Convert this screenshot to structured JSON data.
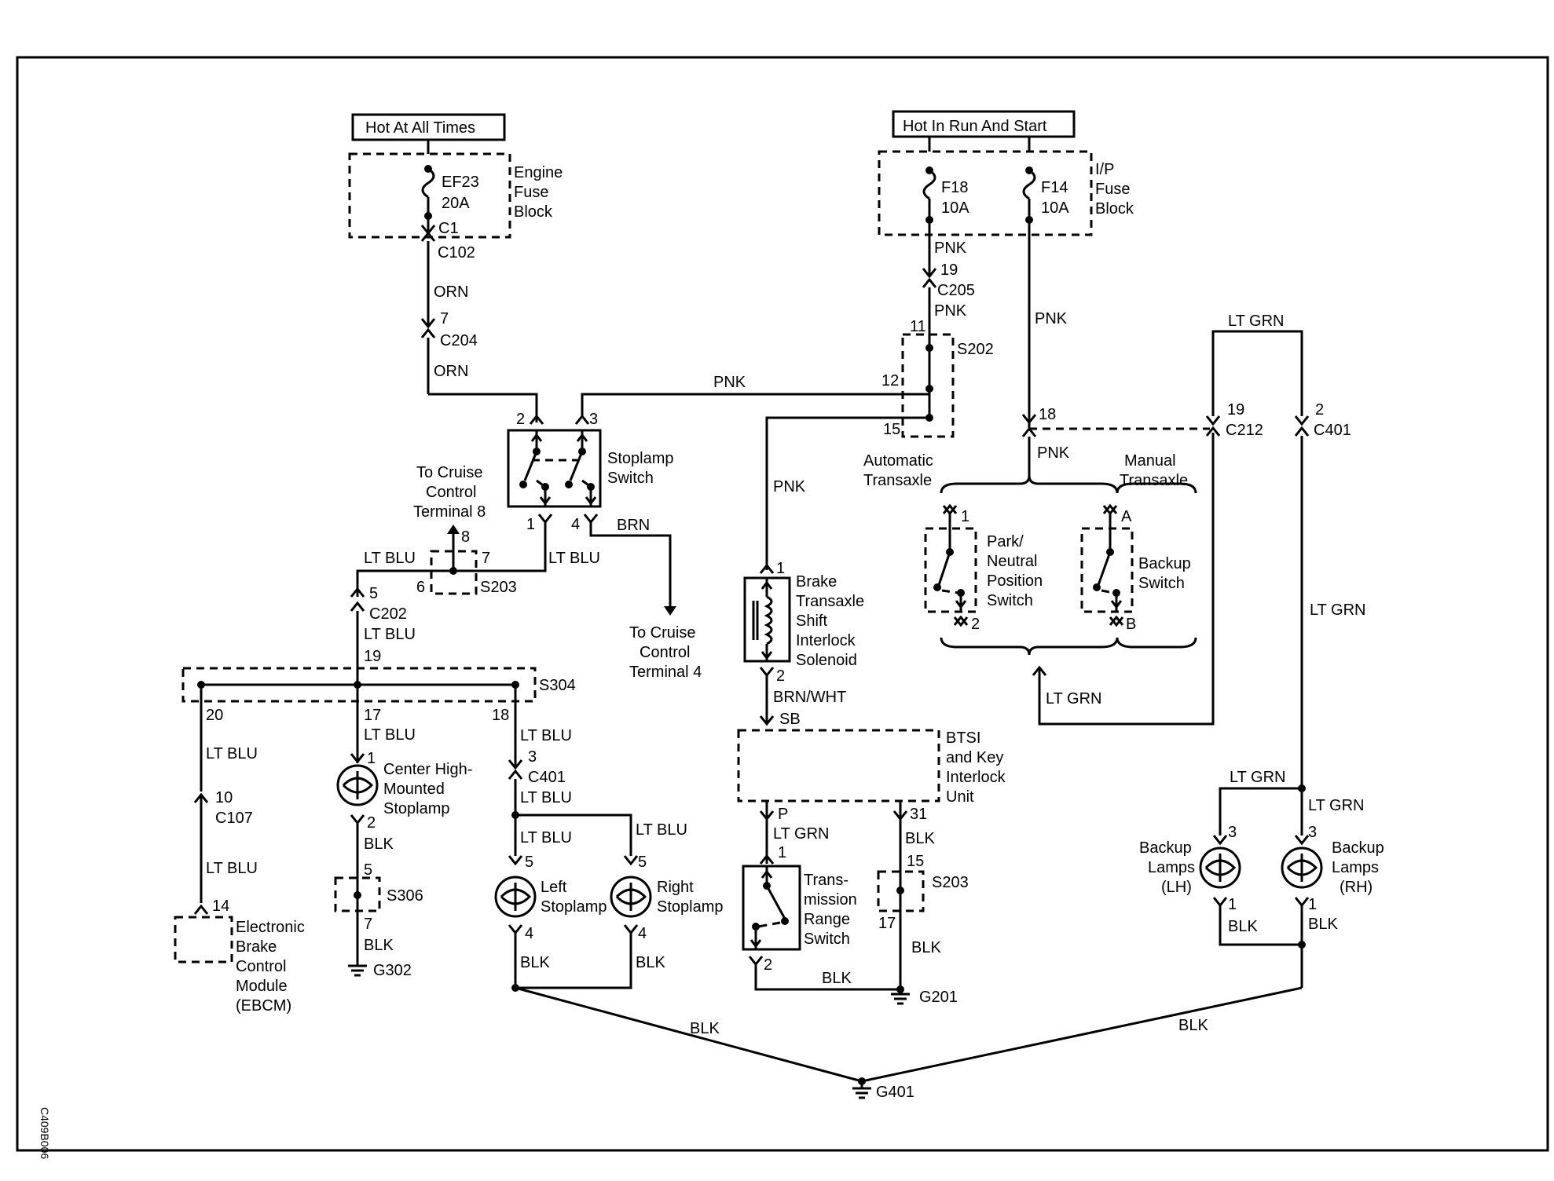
{
  "figure_id": "C409B006",
  "power": {
    "hot_all_times": "Hot At All Times",
    "hot_run_start": "Hot In Run And Start"
  },
  "fuse_blocks": {
    "engine": {
      "name_l1": "Engine",
      "name_l2": "Fuse",
      "name_l3": "Block",
      "fuse": "EF23",
      "amps": "20A",
      "pin": "C1"
    },
    "ip": {
      "name_l1": "I/P",
      "name_l2": "Fuse",
      "name_l3": "Block",
      "f18": "F18",
      "f18_amps": "10A",
      "f14": "F14",
      "f14_amps": "10A"
    }
  },
  "wires": {
    "orn": "ORN",
    "pnk": "PNK",
    "lt_blu": "LT BLU",
    "brn": "BRN",
    "blk": "BLK",
    "lt_grn": "LT GRN",
    "brn_wht": "BRN/WHT"
  },
  "connectors": {
    "c102": "C102",
    "c204": "C204",
    "c204_pin": "7",
    "c205": "C205",
    "c205_pin": "19",
    "c202": "C202",
    "c202_pin": "5",
    "c107": "C107",
    "c107_pin": "10",
    "c401": "C401",
    "c401_pin_l": "3",
    "c401_pin_r": "2",
    "c212": "C212",
    "c212_pin": "19"
  },
  "splices": {
    "s202": "S202",
    "s202_p11": "11",
    "s202_p12": "12",
    "s202_p15": "15",
    "s203a": "S203",
    "s203a_p6": "6",
    "s203a_p7": "7",
    "s203a_p8": "8",
    "s304": "S304",
    "s304_p19": "19",
    "s304_p20": "20",
    "s304_p17": "17",
    "s304_p18": "18",
    "s306": "S306",
    "s306_p5": "5",
    "s306_p7": "7",
    "s203b": "S203",
    "s203b_p15": "15",
    "s203b_p17": "17"
  },
  "stoplamp_switch": {
    "l1": "Stoplamp",
    "l2": "Switch",
    "p2": "2",
    "p3": "3",
    "p1": "1",
    "p4": "4"
  },
  "cruise_8": {
    "l1": "To Cruise",
    "l2": "Control",
    "l3": "Terminal 8"
  },
  "cruise_4": {
    "l1": "To Cruise",
    "l2": "Control",
    "l3": "Terminal 4"
  },
  "solenoid": {
    "l1": "Brake",
    "l2": "Transaxle",
    "l3": "Shift",
    "l4": "Interlock",
    "l5": "Solenoid",
    "p1": "1",
    "p2": "2"
  },
  "btsi": {
    "l1": "BTSI",
    "l2": "and Key",
    "l3": "Interlock",
    "l4": "Unit",
    "sb": "SB",
    "p": "P",
    "p31": "31"
  },
  "trs": {
    "l1": "Trans-",
    "l2": "mission",
    "l3": "Range",
    "l4": "Switch",
    "p1": "1",
    "p2": "2"
  },
  "auto_tx": {
    "l1": "Automatic",
    "l2": "Transaxle"
  },
  "man_tx": {
    "l1": "Manual",
    "l2": "Transaxle"
  },
  "pnp": {
    "l1": "Park/",
    "l2": "Neutral",
    "l3": "Position",
    "l4": "Switch",
    "p1": "1",
    "p2": "2",
    "pin18": "18"
  },
  "backup_sw": {
    "l1": "Backup",
    "l2": "Switch",
    "pa": "A",
    "pb": "B"
  },
  "chmsl": {
    "l1": "Center High-",
    "l2": "Mounted",
    "l3": "Stoplamp",
    "p1": "1",
    "p2": "2"
  },
  "left_stop": {
    "l1": "Left",
    "l2": "Stoplamp",
    "p5": "5",
    "p4": "4"
  },
  "right_stop": {
    "l1": "Right",
    "l2": "Stoplamp",
    "p5": "5",
    "p4": "4"
  },
  "ebcm": {
    "l1": "Electronic",
    "l2": "Brake",
    "l3": "Control",
    "l4": "Module",
    "l5": "(EBCM)",
    "p14": "14"
  },
  "backup_lh": {
    "l1": "Backup",
    "l2": "Lamps",
    "l3": "(LH)",
    "p3": "3",
    "p1": "1"
  },
  "backup_rh": {
    "l1": "Backup",
    "l2": "Lamps",
    "l3": "(RH)",
    "p3": "3",
    "p1": "1"
  },
  "grounds": {
    "g302": "G302",
    "g201": "G201",
    "g401": "G401"
  }
}
